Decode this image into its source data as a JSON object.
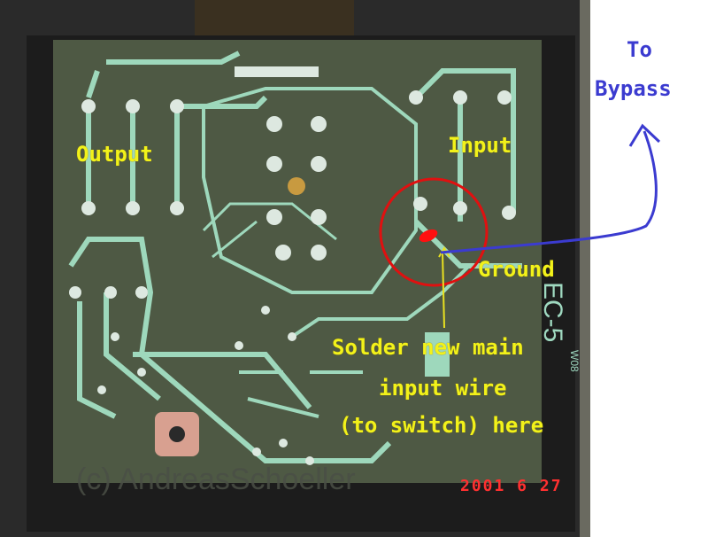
{
  "annotations": {
    "to_bypass_line1": "To",
    "to_bypass_line2": "Bypass",
    "output": "Output",
    "input": "Input",
    "ground": "Ground",
    "solder_line1": "Solder new main",
    "solder_line2": "input wire",
    "solder_line3": "(to switch) here"
  },
  "board_silkscreen": {
    "model": "EC-5",
    "small": "W08"
  },
  "watermark": "(c) AndreasSchoeller",
  "date_stamp": "2001  6 27",
  "colors": {
    "board": "#4e5944",
    "trace": "#9ed8bc",
    "case": "#2b2b2b",
    "annotation_yellow": "#f2f21a",
    "annotation_blue": "#3b3bd0",
    "circle_red": "#e01010"
  }
}
